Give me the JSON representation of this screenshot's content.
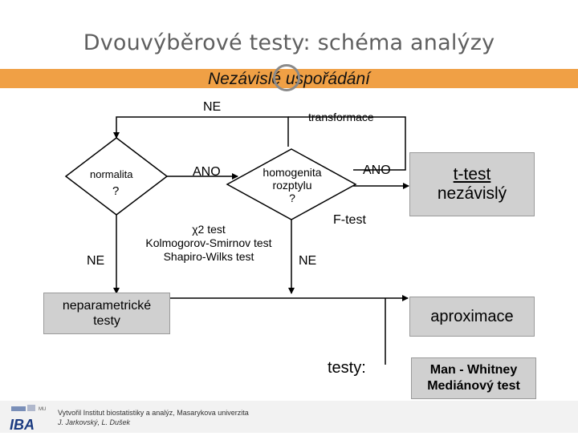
{
  "slide": {
    "title": "Dvouvýběrové testy: schéma analýzy",
    "band_label": "Nezávislé uspořádání"
  },
  "diagram": {
    "colors": {
      "band": "#f0a045",
      "diamond_fill": "#ffffff",
      "box_fill": "#d0d0d0",
      "line": "#000000"
    },
    "normalita": {
      "line1": "normalita",
      "line2": "?"
    },
    "homogenita": {
      "line1": "homogenita",
      "line2": "rozptylu",
      "line3": "?"
    },
    "labels": {
      "ne_top": "NE",
      "transformace": "transformace",
      "ano_left": "ANO",
      "ano_right": "ANO",
      "ne_left": "NE",
      "ne_right": "NE",
      "f_test": "F-test",
      "normality_tests": [
        "χ2 test",
        "Kolmogorov-Smirnov test",
        "Shapiro-Wilks test"
      ]
    },
    "boxes": {
      "ttest": {
        "line1": "t-test",
        "line2": "nezávislý"
      },
      "neparametricke": {
        "line1": "neparametrické",
        "line2": "testy"
      },
      "aproximace": "aproximace",
      "testy": "testy:",
      "man_whitney": {
        "line1": "Man - Whitney",
        "line2": "Mediánový test"
      }
    }
  },
  "footer": {
    "logo_text": "IBA",
    "logo_small": "MU",
    "line1": "Vytvořil Institut biostatistiky a analýz, Masarykova univerzita",
    "line2": "J. Jarkovský, L. Dušek"
  }
}
